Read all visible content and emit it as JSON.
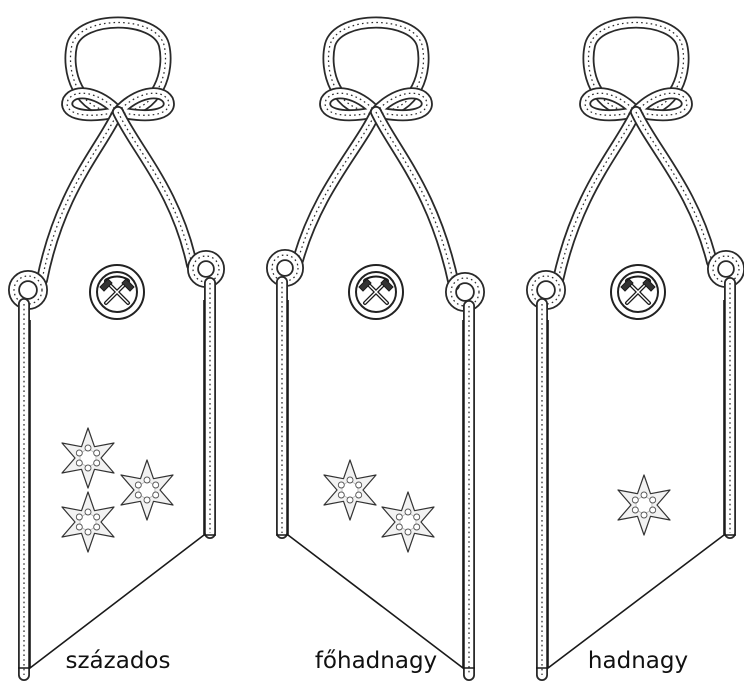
{
  "insignia": [
    {
      "rank": "százados",
      "stars": 3
    },
    {
      "rank": "főhadnagy",
      "stars": 2
    },
    {
      "rank": "hadnagy",
      "stars": 1
    }
  ],
  "colors": {
    "line": "#1a1a1a",
    "rope": "#2a2a2a",
    "background": "#ffffff"
  },
  "emblem_icon": "crossed-hammers-icon"
}
